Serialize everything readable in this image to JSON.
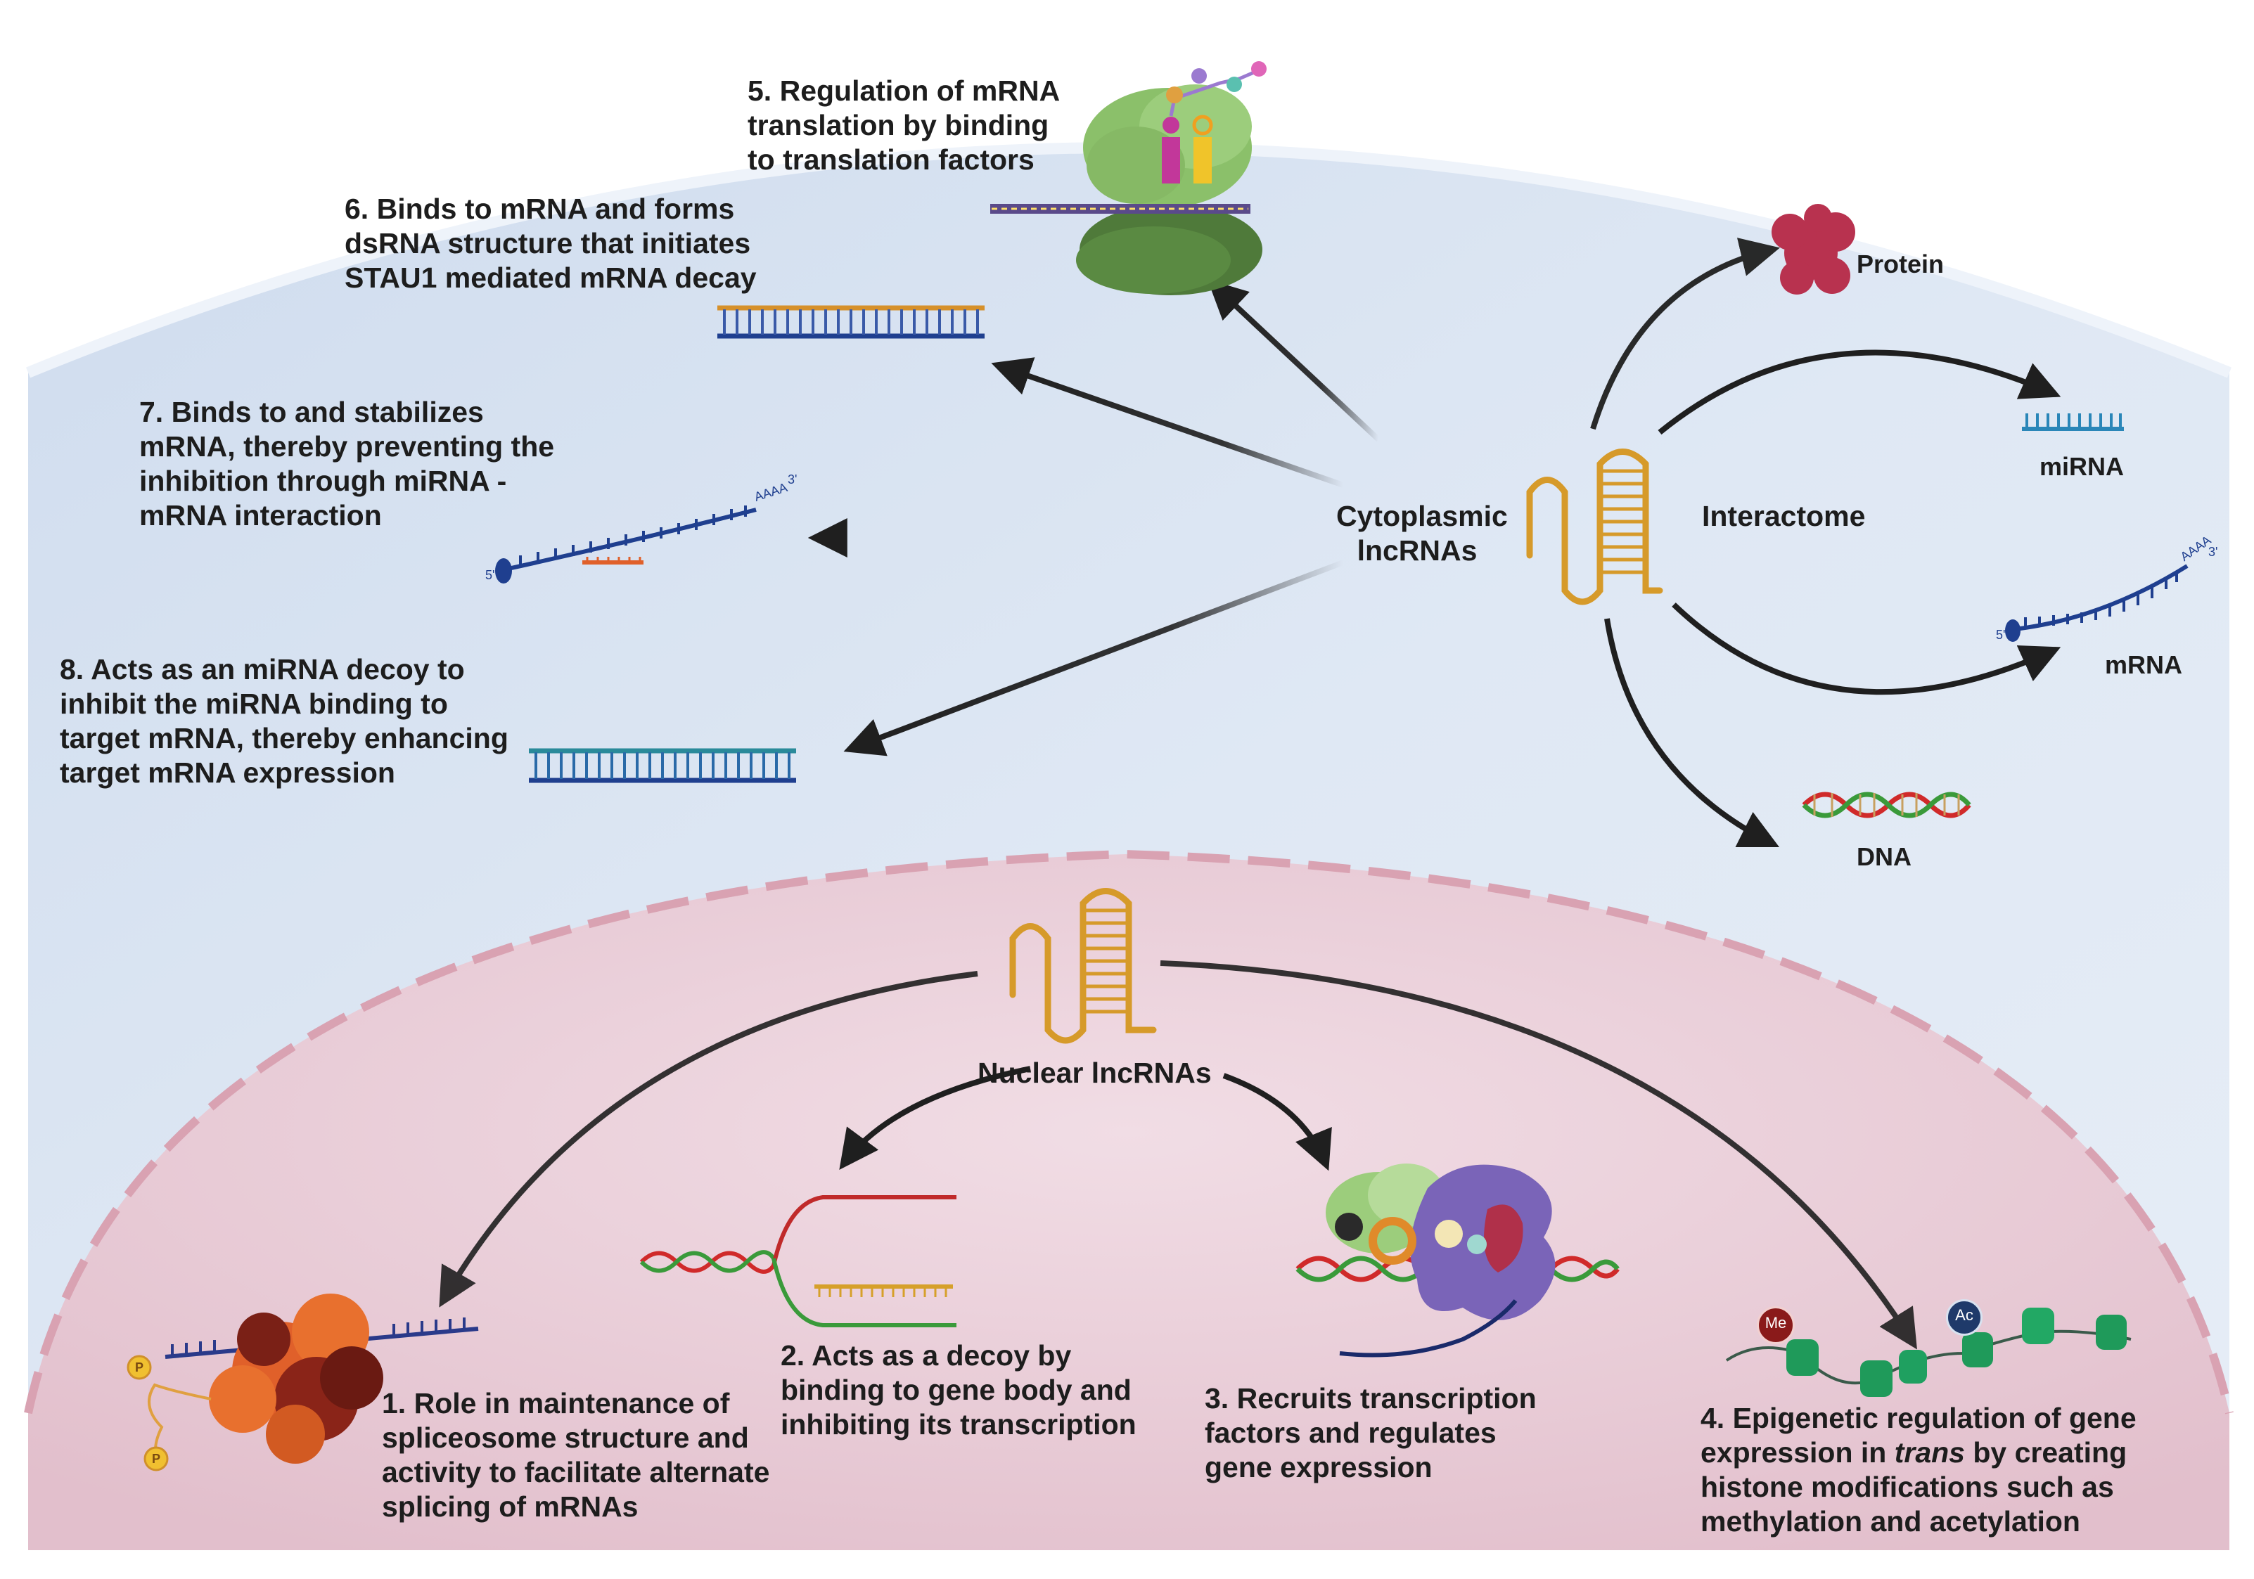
{
  "cytoplasm": {
    "hub_label_line1": "Cytoplasmic",
    "hub_label_line2": "lncRNAs",
    "interactome_label": "Interactome",
    "targets": {
      "protein": "Protein",
      "mirna": "miRNA",
      "mrna": "mRNA",
      "dna": "DNA"
    },
    "functions": [
      {
        "line1": "5. Regulation of mRNA",
        "line2": "translation by binding",
        "line3": "to translation factors"
      },
      {
        "line1": "6. Binds to mRNA and forms",
        "line2": "dsRNA structure that initiates",
        "line3": "STAU1 mediated mRNA decay"
      },
      {
        "line1": "7. Binds to and stabilizes",
        "line2": "mRNA, thereby preventing the",
        "line3": "inhibition through miRNA -",
        "line4": "mRNA interaction"
      },
      {
        "line1": "8. Acts as an miRNA decoy to",
        "line2": "inhibit the miRNA binding to",
        "line3": "target mRNA, thereby enhancing",
        "line4": "target mRNA expression"
      }
    ],
    "glyphs": {
      "five_prime": "5'",
      "three_prime": "3'",
      "poly_a": "AAAA"
    }
  },
  "nucleus": {
    "hub_label": "Nuclear lncRNAs",
    "functions": [
      {
        "line1": "1. Role in maintenance of",
        "line2": "spliceosome structure and",
        "line3": "activity to facilitate alternate",
        "line4": "splicing of mRNAs"
      },
      {
        "line1": "2. Acts as a decoy by",
        "line2": "binding to gene body and",
        "line3": "inhibiting its transcription"
      },
      {
        "line1": "3. Recruits transcription",
        "line2": "factors and regulates",
        "line3": "gene expression"
      },
      {
        "line1": "4. Epigenetic regulation of gene",
        "line2_a": "expression in ",
        "line2_em": "trans",
        "line2_b": " by creating",
        "line3": "histone modifications such as",
        "line4": "methylation and acetylation"
      }
    ],
    "marks": {
      "methyl": "Me",
      "acetyl": "Ac",
      "phospho": "P"
    }
  },
  "colors": {
    "cytoplasm_fill": "#dde8f3",
    "nucleus_fill": "#ecd3dc",
    "lncrna": "#d69a2a",
    "arrow": "#1f1f1f",
    "rna_blue": "#1f3f8f",
    "dna_red": "#d02a2a",
    "dna_green": "#3a9a3a"
  }
}
